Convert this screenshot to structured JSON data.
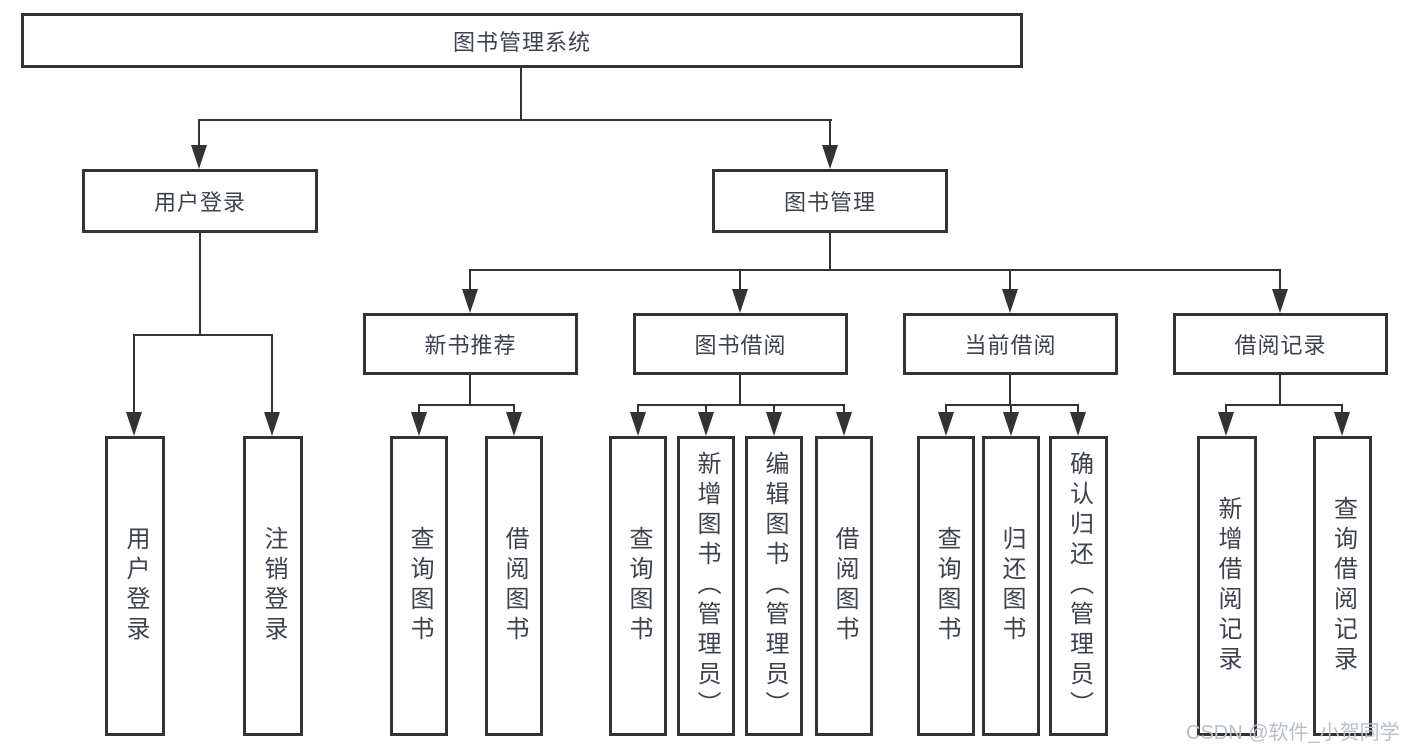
{
  "diagram": {
    "root": "图书管理系统",
    "level2": [
      "用户登录",
      "图书管理"
    ],
    "level3": [
      "新书推荐",
      "图书借阅",
      "当前借阅",
      "借阅记录"
    ],
    "leaves": [
      "用户登录",
      "注销登录",
      "查询图书",
      "借阅图书",
      "查询图书",
      "新增图书（管理员）",
      "编辑图书（管理员）",
      "借阅图书",
      "查询图书",
      "归还图书",
      "确认归还（管理员）",
      "新增借阅记录",
      "查询借阅记录"
    ],
    "structure": {
      "图书管理系统": {
        "用户登录": [
          "用户登录",
          "注销登录"
        ],
        "图书管理": {
          "新书推荐": [
            "查询图书",
            "借阅图书"
          ],
          "图书借阅": [
            "查询图书",
            "新增图书（管理员）",
            "编辑图书（管理员）",
            "借阅图书"
          ],
          "当前借阅": [
            "查询图书",
            "归还图书",
            "确认归还（管理员）"
          ],
          "借阅记录": [
            "新增借阅记录",
            "查询借阅记录"
          ]
        }
      }
    }
  },
  "colors": {
    "stroke": "#333333",
    "text": "#3e434b",
    "background": "#ffffff",
    "watermark": "#b9bfc9"
  },
  "watermark": {
    "text": "CSDN @软件_小贺同学"
  }
}
